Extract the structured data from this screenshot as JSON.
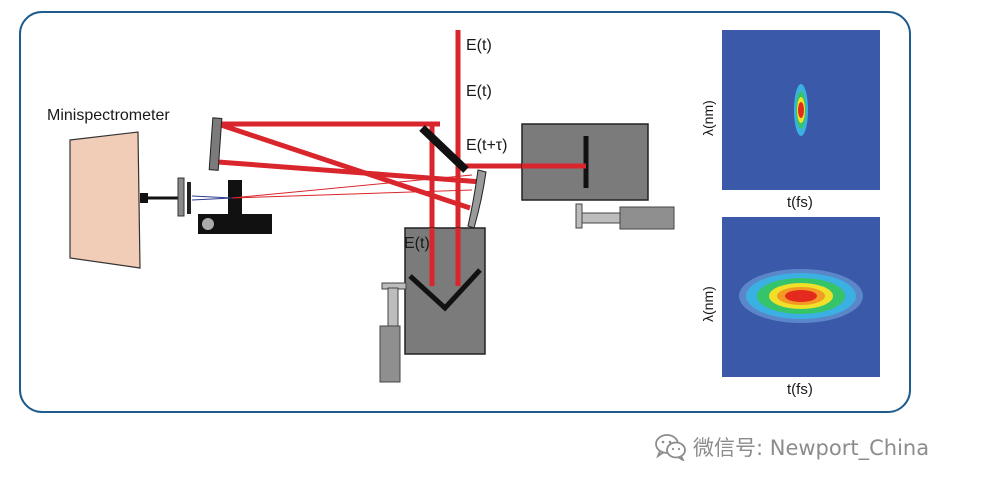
{
  "labels": {
    "minispectrometer": "Minispectrometer",
    "e_top": "E(t)",
    "e_mid": "E(t)",
    "e_delay": "E(t+τ)",
    "e_stage": "E(t)",
    "lambda_top": "λ(nm)",
    "time_top": "t(fs)",
    "lambda_bottom": "λ(nm)",
    "time_bottom": "t(fs)"
  },
  "watermark": {
    "text": "微信号: Newport_China",
    "icon": "wechat-logo-icon"
  },
  "colors": {
    "frame": "#1f5b8c",
    "beam": "#d9262c",
    "spectrometer": "#f1ccb6",
    "housing": "#7b7b7b",
    "plot_bg": "#3a59a8"
  }
}
